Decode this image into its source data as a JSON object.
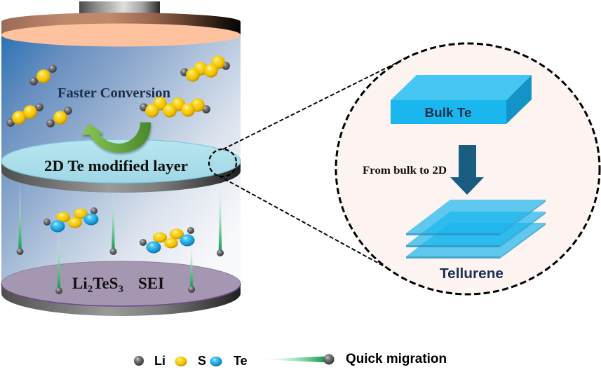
{
  "cell": {
    "conversion_label": "Faster Conversion",
    "interlayer_label": "2D Te modified layer",
    "sei_label": {
      "formula_part1": "Li",
      "formula_sub1": "2",
      "formula_part2": "TeS",
      "formula_sub2": "3",
      "suffix": "SEI"
    },
    "upper_molecules": [
      [
        "Li",
        "S",
        "Li"
      ],
      [
        "Li",
        "S",
        "S",
        "Li"
      ],
      [
        "Li",
        "S",
        "Li"
      ],
      [
        "Li",
        "S",
        "S",
        "S",
        "S",
        "Li"
      ],
      [
        "Li",
        "S",
        "S",
        "S",
        "S",
        "S",
        "S",
        "Li"
      ]
    ],
    "lower_molecules": [
      [
        "Li",
        "Te",
        "S",
        "S",
        "S",
        "Te",
        "Li"
      ],
      [
        "Li",
        "Te",
        "S",
        "S",
        "S",
        "Te",
        "Li"
      ]
    ]
  },
  "inset": {
    "bulk_label": "Bulk Te",
    "transition_label": "From bulk to 2D",
    "product_label": "Tellurene"
  },
  "legend": {
    "atoms": [
      {
        "symbol": "Li",
        "icon": "li-atom-icon",
        "color": "#555555"
      },
      {
        "symbol": "S",
        "icon": "s-atom-icon",
        "color": "#f0bf00"
      },
      {
        "symbol": "Te",
        "icon": "te-atom-icon",
        "color": "#189fdd"
      }
    ],
    "migration": {
      "label": "Quick migration",
      "icon": "migration-trail-icon",
      "color": "#109c4c"
    }
  },
  "colors": {
    "cell_body_top": "#2a72b4",
    "cap_underside": "#ffc29e",
    "interlayer": "#a0d7e5",
    "sei_layer": "#a597b1",
    "conversion_arrow": "#68a83f",
    "inset_background": "#fdf4f1",
    "bulk_te": "#19b7ee",
    "tellurene": "#1ab5ec",
    "transition_arrow": "#1a5d80"
  }
}
